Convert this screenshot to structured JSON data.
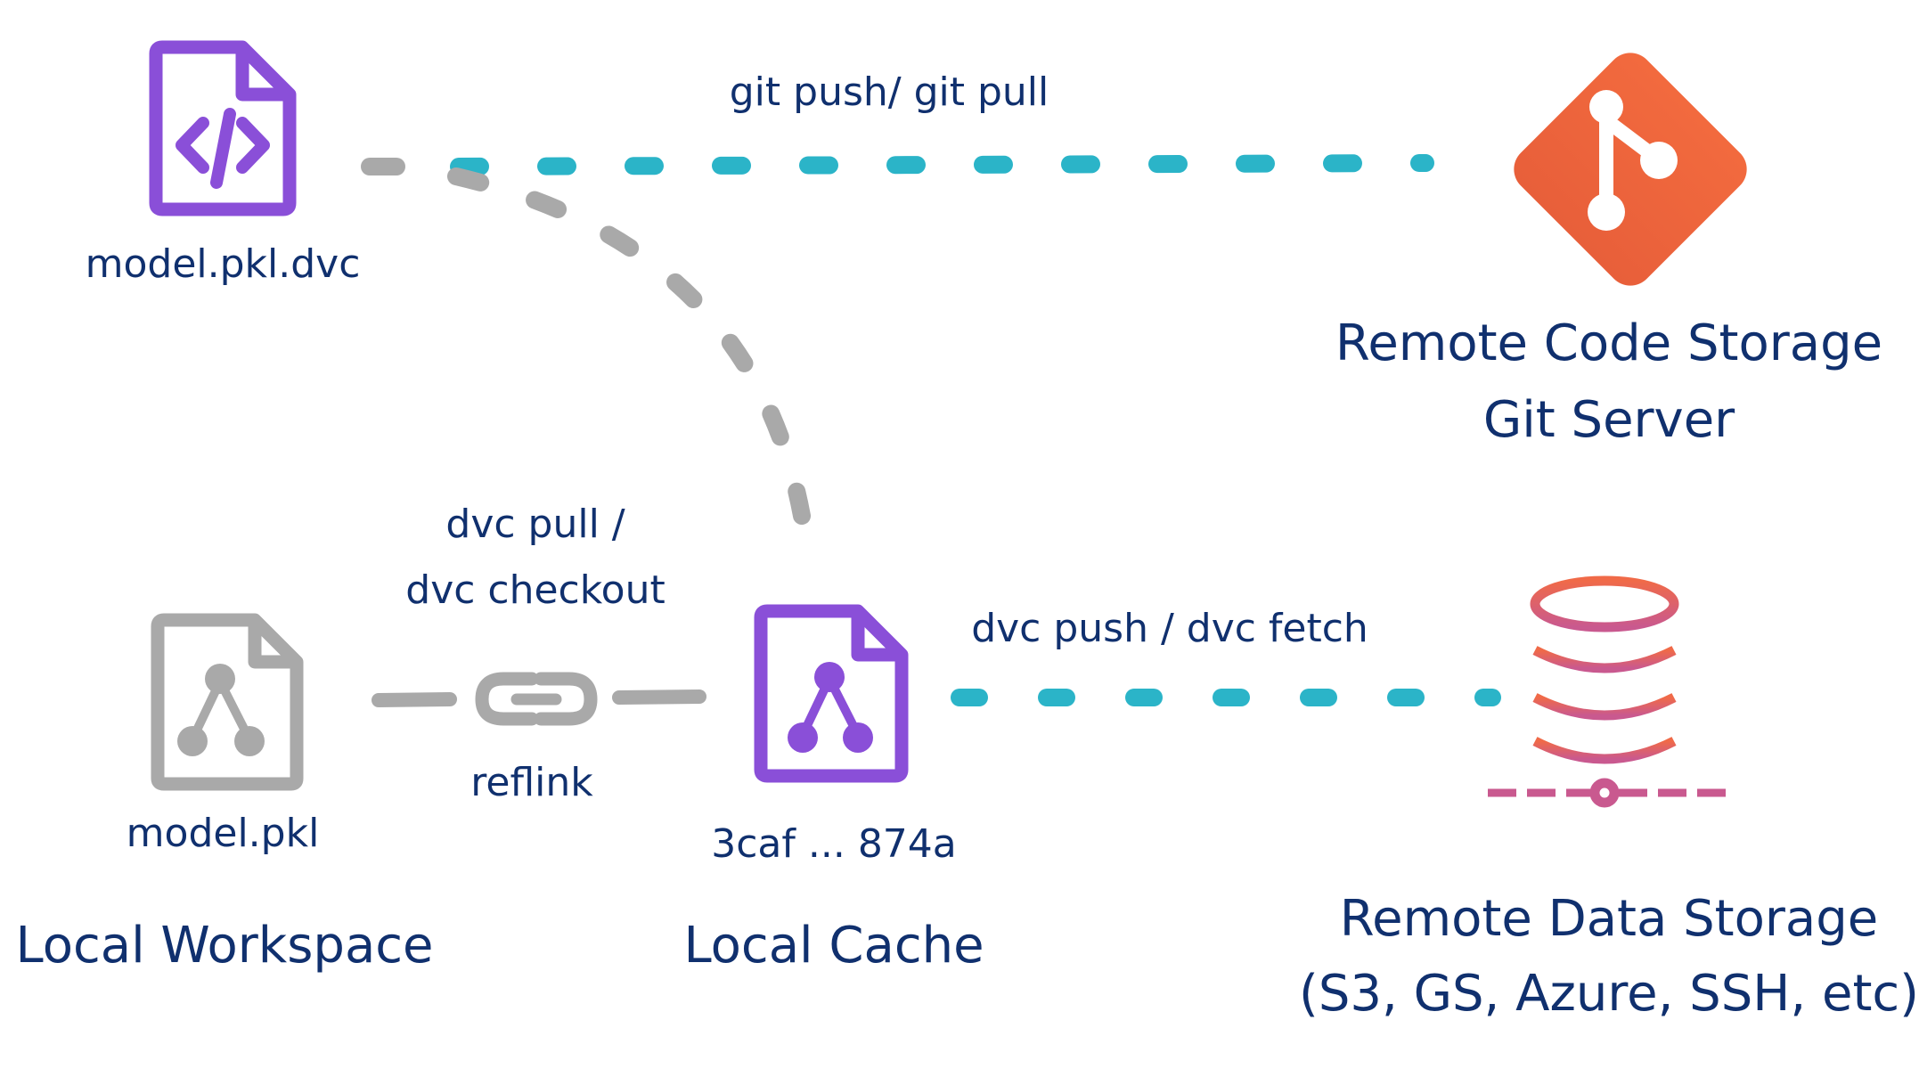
{
  "labels": {
    "model_pkl_dvc": "model.pkl.dvc",
    "git_push_pull": "git push/ git pull",
    "remote_code_line1": "Remote Code Storage",
    "remote_code_line2": "Git Server",
    "dvc_pull_line1": "dvc pull /",
    "dvc_pull_line2": "dvc checkout",
    "dvc_push_fetch": "dvc push / dvc fetch",
    "reflink": "reflink",
    "model_pkl": "model.pkl",
    "cache_hash": "3caf ... 874a",
    "local_workspace": "Local Workspace",
    "local_cache": "Local Cache",
    "remote_data_line1": "Remote Data Storage",
    "remote_data_line2": "(S3, GS, Azure, SSH, etc)"
  },
  "icons": {
    "dvc_file": "code-file-icon",
    "git_logo": "git-logo-icon",
    "workspace_file": "data-file-icon",
    "reflink": "link-icon",
    "cache_file": "data-file-icon",
    "database": "database-icon"
  },
  "colors": {
    "text": "#10306e",
    "purple": "#8a4fd8",
    "teal": "#2bb4c8",
    "grey": "#a9a9a9",
    "git_orange": "#ef6a3f",
    "db_top": "#f06a48",
    "db_bottom": "#c9598f"
  }
}
